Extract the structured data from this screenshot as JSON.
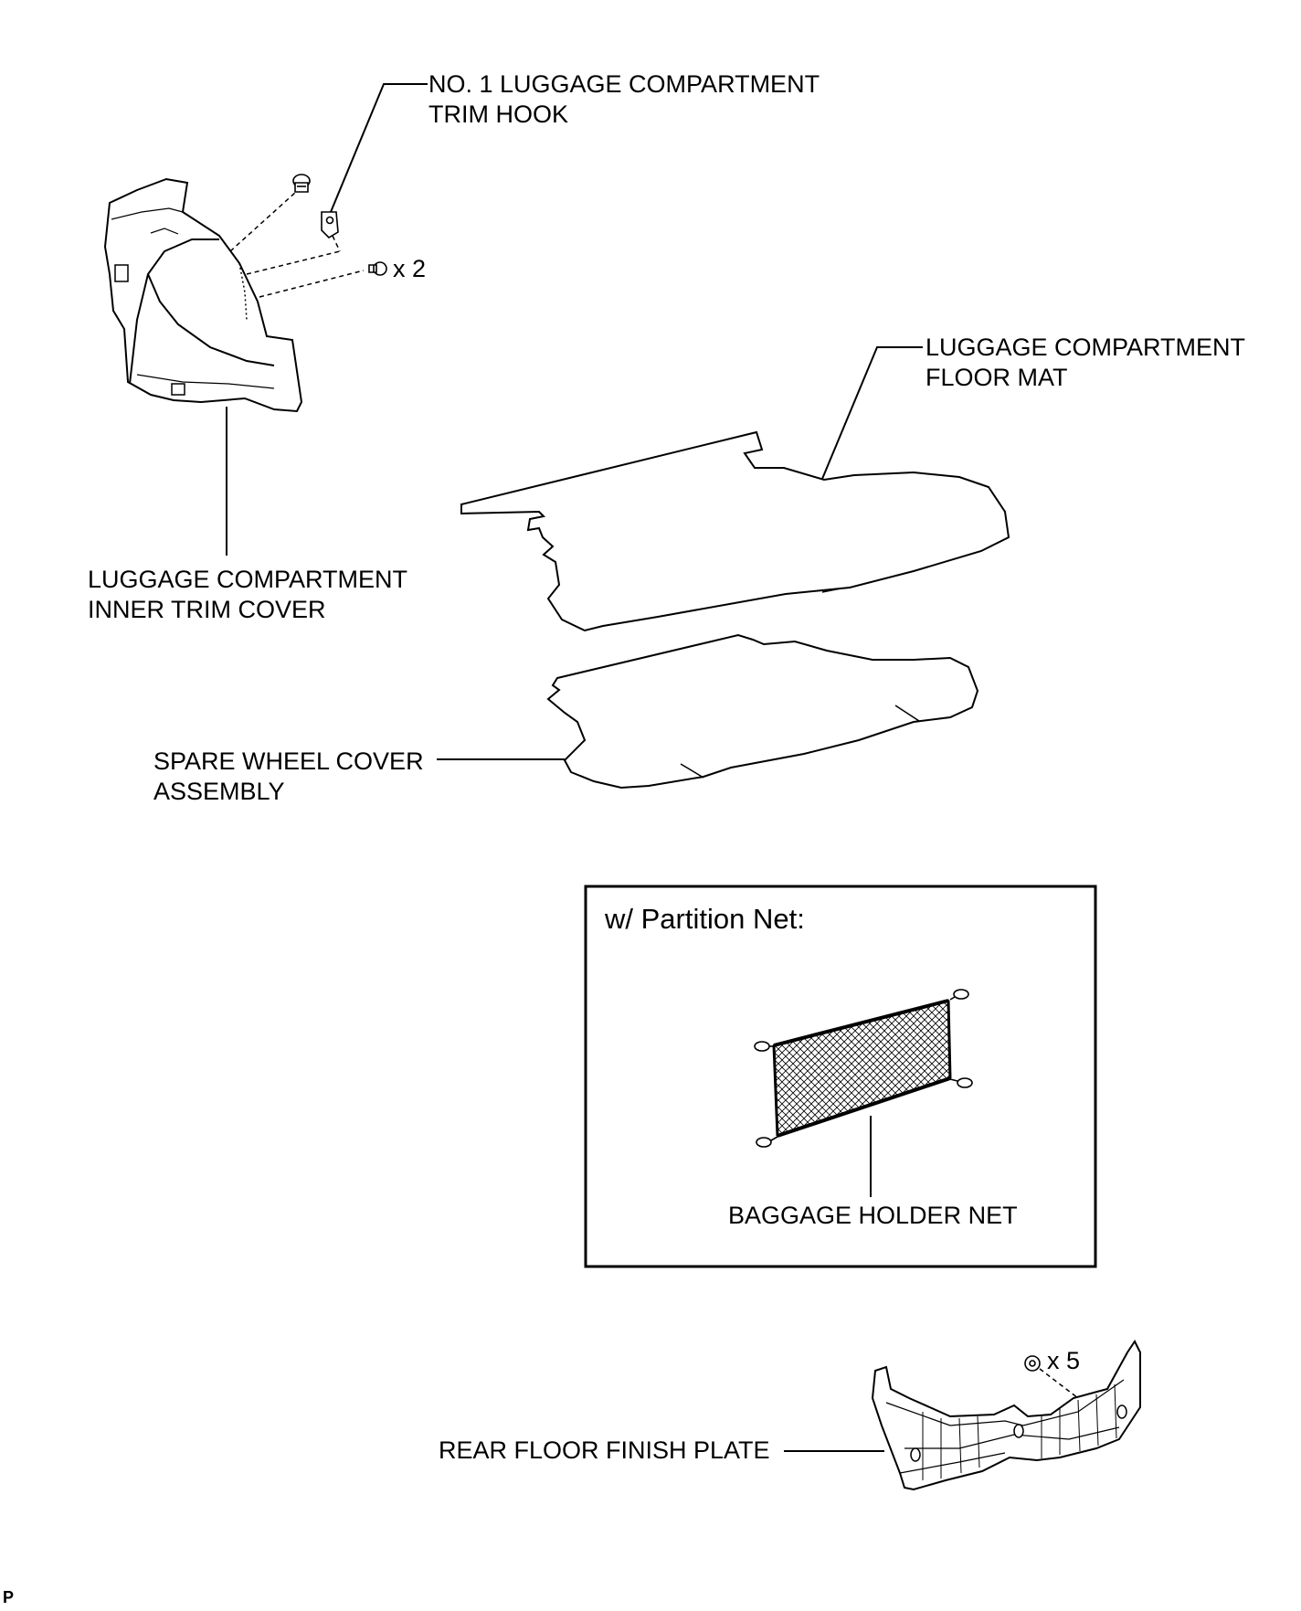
{
  "labels": {
    "trim_hook": {
      "line1": "NO. 1 LUGGAGE COMPARTMENT",
      "line2": "TRIM HOOK"
    },
    "floor_mat": {
      "line1": "LUGGAGE COMPARTMENT",
      "line2": "FLOOR MAT"
    },
    "inner_trim_cover": {
      "line1": "LUGGAGE COMPARTMENT",
      "line2": "INNER TRIM COVER"
    },
    "spare_wheel_cover": {
      "line1": "SPARE WHEEL COVER",
      "line2": "ASSEMBLY"
    },
    "baggage_holder_net": "BAGGAGE HOLDER NET",
    "rear_floor_finish_plate": "REAR FLOOR FINISH PLATE"
  },
  "quantities": {
    "clip_count": "x 2",
    "plate_clip_count": "x 5"
  },
  "inset": {
    "title": "w/ Partition Net:"
  },
  "corner_mark": "P",
  "colors": {
    "line": "#000000",
    "background": "#ffffff",
    "shade": "#e6e6e6"
  }
}
